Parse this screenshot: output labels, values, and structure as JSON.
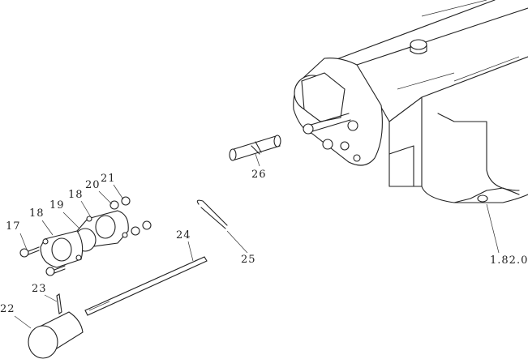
{
  "callouts": {
    "p17": "17",
    "p18a": "18",
    "p18b": "18",
    "p19": "19",
    "p20": "20",
    "p21": "21",
    "p22": "22",
    "p23": "23",
    "p24": "24",
    "p25": "25",
    "p26": "26",
    "ref": "1.82.0"
  }
}
